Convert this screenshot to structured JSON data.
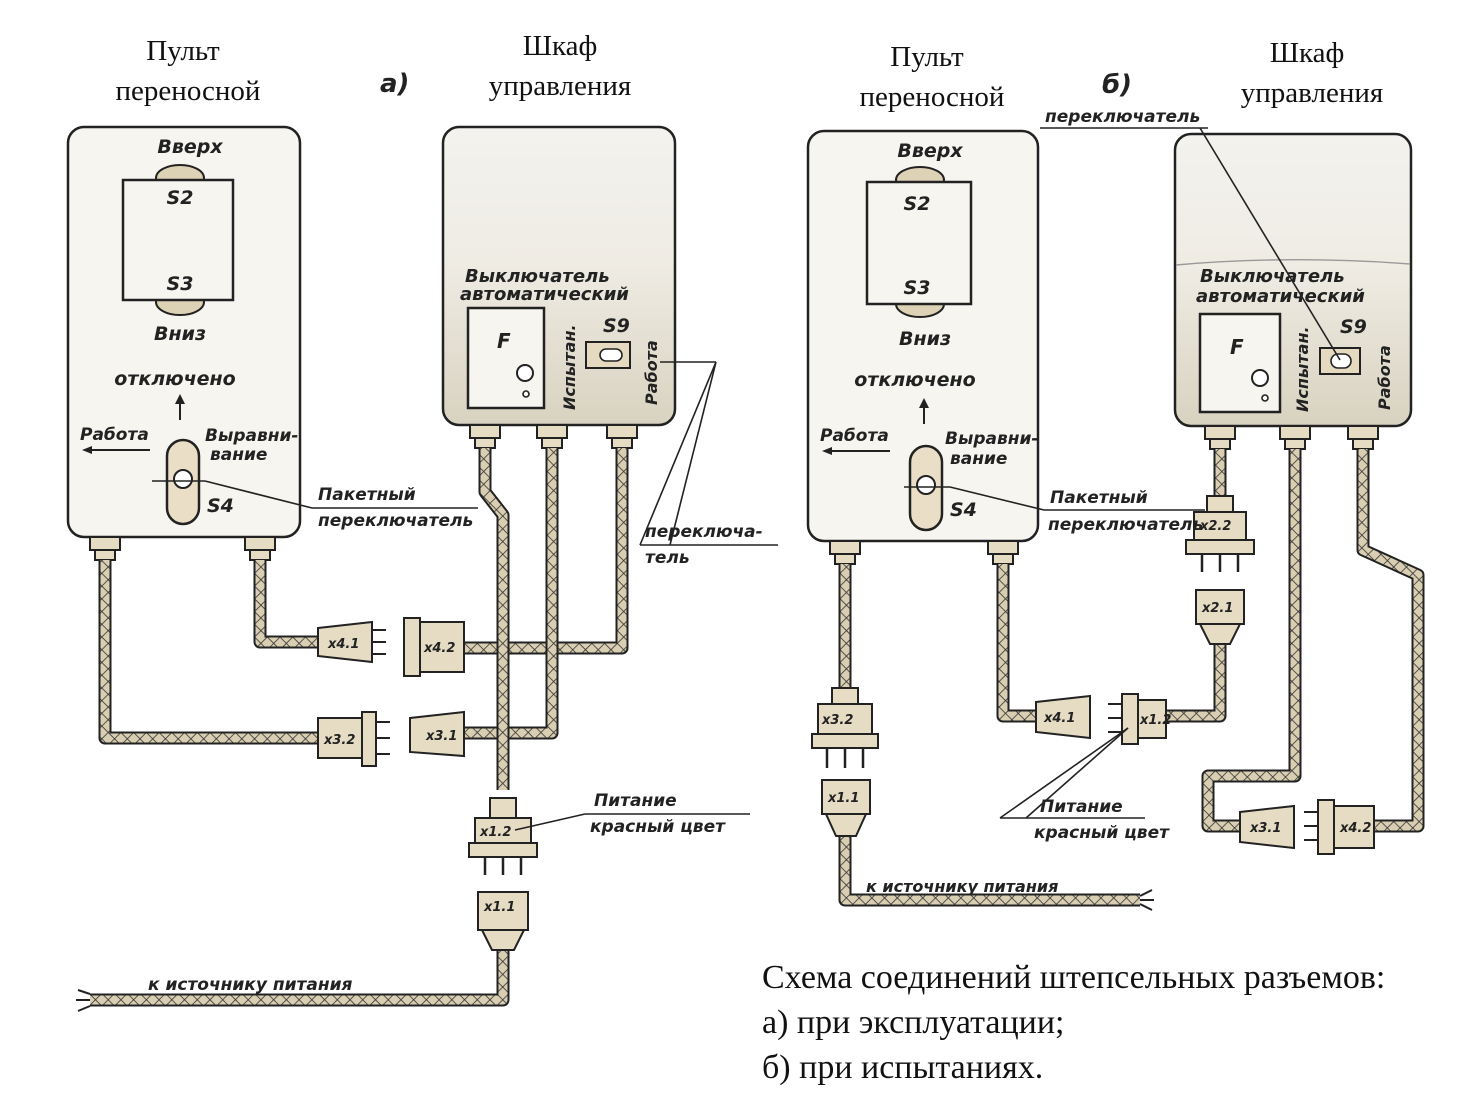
{
  "colors": {
    "ink": "#222222",
    "panel": "#f7f5ef",
    "cabinet_top": "#f0efea",
    "cabinet_bottom": "#ddd8c8",
    "connector": "#e6dcc4",
    "cable": "#d9ceb2"
  },
  "diagram_a": {
    "letter": "а)",
    "remote_title_1": "Пульт",
    "remote_title_2": "переносной",
    "cabinet_title_1": "Шкаф",
    "cabinet_title_2": "управления",
    "remote": {
      "up": "Вверх",
      "s2": "S2",
      "s3": "S3",
      "down": "Вниз",
      "off": "отключено",
      "work": "Работа",
      "align_1": "Выравни-",
      "align_2": "вание",
      "s4": "S4"
    },
    "cabinet": {
      "breaker_1": "Выключатель",
      "breaker_2": "автоматический",
      "f": "F",
      "test": "Испытан.",
      "s9": "S9",
      "work": "Работа"
    },
    "callouts": {
      "packet_1": "Пакетный",
      "packet_2": "переключатель",
      "switch_1": "переключа-",
      "switch_2": "тель",
      "power_1": "Питание",
      "power_2": "красный цвет",
      "source": "к источнику питания"
    },
    "connectors": {
      "x41": "x4.1",
      "x42": "x4.2",
      "x32": "x3.2",
      "x31": "x3.1",
      "x12": "x1.2",
      "x11": "x1.1"
    }
  },
  "diagram_b": {
    "letter": "б)",
    "remote_title_1": "Пульт",
    "remote_title_2": "переносной",
    "cabinet_title_1": "Шкаф",
    "cabinet_title_2": "управления",
    "remote": {
      "up": "Вверх",
      "s2": "S2",
      "s3": "S3",
      "down": "Вниз",
      "off": "отключено",
      "work": "Работа",
      "align_1": "Выравни-",
      "align_2": "вание",
      "s4": "S4"
    },
    "cabinet": {
      "breaker_1": "Выключатель",
      "breaker_2": "автоматический",
      "f": "F",
      "test": "Испытан.",
      "s9": "S9",
      "work": "Работа"
    },
    "callouts": {
      "switch": "переключатель",
      "packet_1": "Пакетный",
      "packet_2": "переключатель",
      "power_1": "Питание",
      "power_2": "красный цвет",
      "source": "к источнику питания"
    },
    "connectors": {
      "x22": "x2.2",
      "x21": "x2.1",
      "x32": "x3.2",
      "x11": "x1.1",
      "x41": "x4.1",
      "x12": "x1.2",
      "x31": "x3.1",
      "x42": "x4.2"
    }
  },
  "caption": {
    "line1": "Схема соединений штепсельных разъемов:",
    "line2": "а) при эксплуатации;",
    "line3": "б) при испытаниях."
  }
}
